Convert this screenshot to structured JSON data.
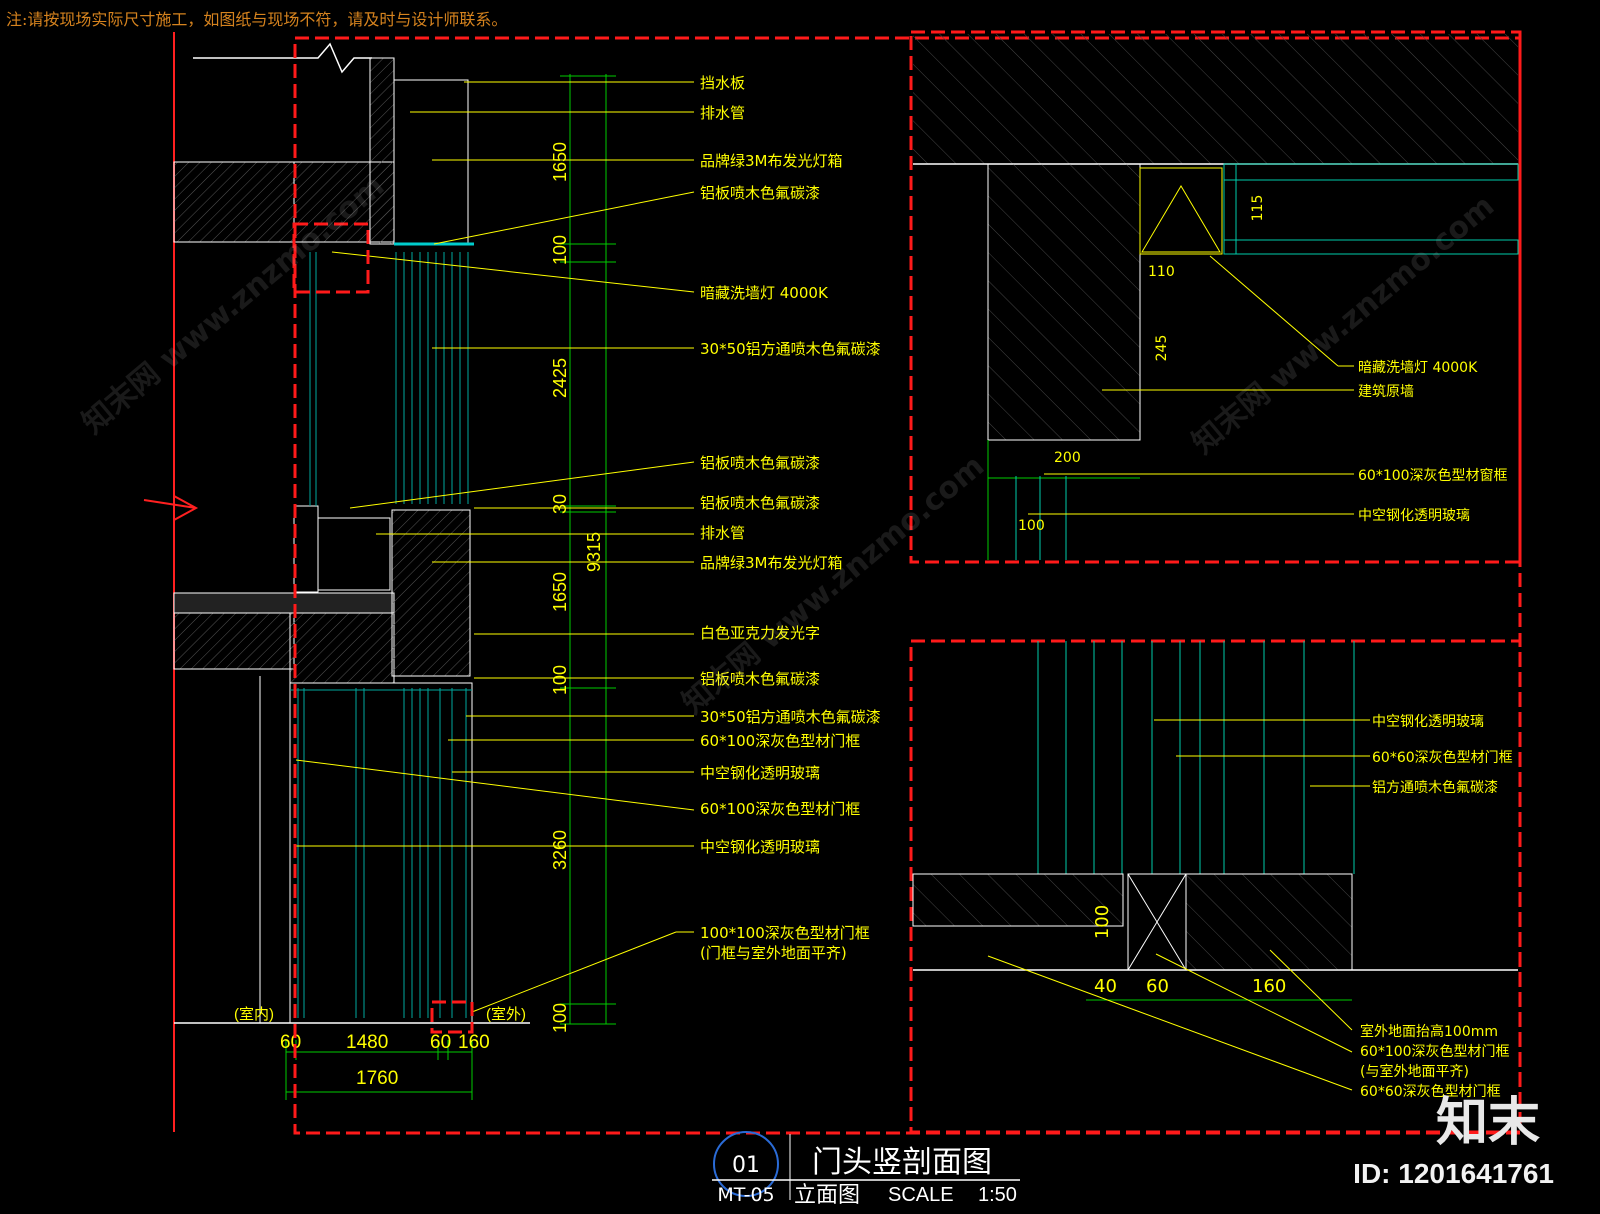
{
  "note": "注:请按现场实际尺寸施工，如图纸与现场不符，请及时与设计师联系。",
  "labels": {
    "l1": "挡水板",
    "l2": "排水管",
    "l3": "品牌绿3M布发光灯箱",
    "l4": "铝板喷木色氟碳漆",
    "l5": "暗藏洗墙灯 4000K",
    "l6": "30*50铝方通喷木色氟碳漆",
    "l7": "铝板喷木色氟碳漆",
    "l8": "铝板喷木色氟碳漆",
    "l9": "排水管",
    "l10": "品牌绿3M布发光灯箱",
    "l11": "白色亚克力发光字",
    "l12": "铝板喷木色氟碳漆",
    "l13": "30*50铝方通喷木色氟碳漆",
    "l14": "60*100深灰色型材门框",
    "l15": "中空钢化透明玻璃",
    "l16": "60*100深灰色型材门框",
    "l17": "中空钢化透明玻璃",
    "l18a": "100*100深灰色型材门框",
    "l18b": "(门框与室外地面平齐)"
  },
  "dims_vertical": {
    "d1650a": "1650",
    "d100a": "100",
    "d2425": "2425",
    "d30": "30",
    "d1650b": "1650",
    "d100b": "100",
    "d3260": "3260",
    "d100c": "100",
    "total": "9315"
  },
  "dims_bottom": {
    "b60": "60",
    "b1480": "1480",
    "b60b": "60",
    "b160": "160",
    "b1760": "1760",
    "indoor": "(室内)",
    "outdoor": "(室外)"
  },
  "detail1": {
    "d115": "115",
    "d110": "110",
    "d245": "245",
    "d200": "200",
    "d100": "100",
    "lamp": "暗藏洗墙灯 4000K",
    "wall": "建筑原墙",
    "frame": "60*100深灰色型材窗框",
    "glass": "中空钢化透明玻璃"
  },
  "detail2": {
    "glass": "中空钢化透明玻璃",
    "frame": "60*60深灰色型材门框",
    "alu": "铝方通喷木色氟碳漆",
    "d100": "100",
    "d40": "40",
    "d60": "60",
    "d160": "160",
    "raise": "室外地面抬高100mm",
    "frame2a": "60*100深灰色型材门框",
    "frame2b": "(与室外地面平齐)",
    "frame3": "60*60深灰色型材门框"
  },
  "title": {
    "num": "01",
    "sheet": "MT-05",
    "main": "门头竖剖面图",
    "sub": "立面图",
    "scale": "SCALE",
    "ratio": "1:50"
  },
  "brand": "知末",
  "image_id": "ID: 1201641761",
  "watermark": "知末网 www.znzmo.com",
  "colors": {
    "label": "#ffff00",
    "frame": "#ff1a1a",
    "dim": "#00ff00",
    "line": "#00b3a8",
    "text": "#ffffff"
  }
}
